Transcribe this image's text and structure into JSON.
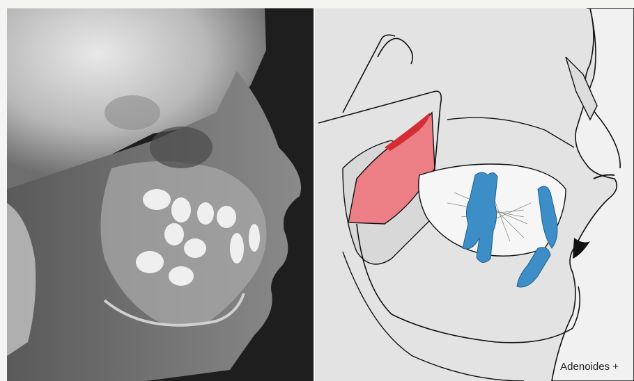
{
  "figure": {
    "left_panel": {
      "kind": "lateral cephalometric radiograph"
    },
    "right_panel": {
      "kind": "schematic tracing",
      "caption": "Adenoides +",
      "colors": {
        "adenoid_fill": "#ec7f86",
        "adenoid_edge": "#d62c34",
        "teeth_fill": "#3d8ec7",
        "soft_tissue_fill": "#d9d9d9",
        "tongue_fill": "#f6f6f6"
      }
    }
  }
}
